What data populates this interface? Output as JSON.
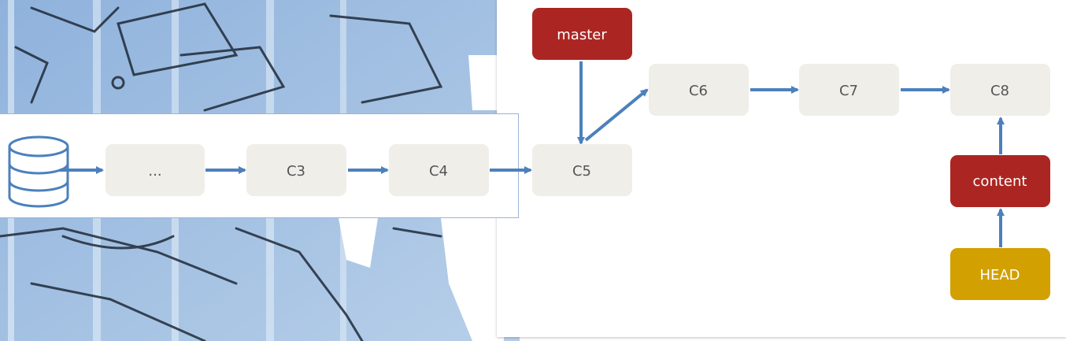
{
  "colors": {
    "commit_fill": "#efeee9",
    "commit_text": "#555555",
    "branch_fill": "#ab2622",
    "head_fill": "#d2a000",
    "label_text": "#ffffff",
    "arrow": "#4c80bd",
    "repo_icon": "#4c80bd"
  },
  "icons": {
    "repository": "database-icon"
  },
  "commits": {
    "ellipsis": "...",
    "c3": "C3",
    "c4": "C4",
    "c5": "C5",
    "c6": "C6",
    "c7": "C7",
    "c8": "C8"
  },
  "refs": {
    "master": "master",
    "content": "content",
    "head": "HEAD"
  }
}
